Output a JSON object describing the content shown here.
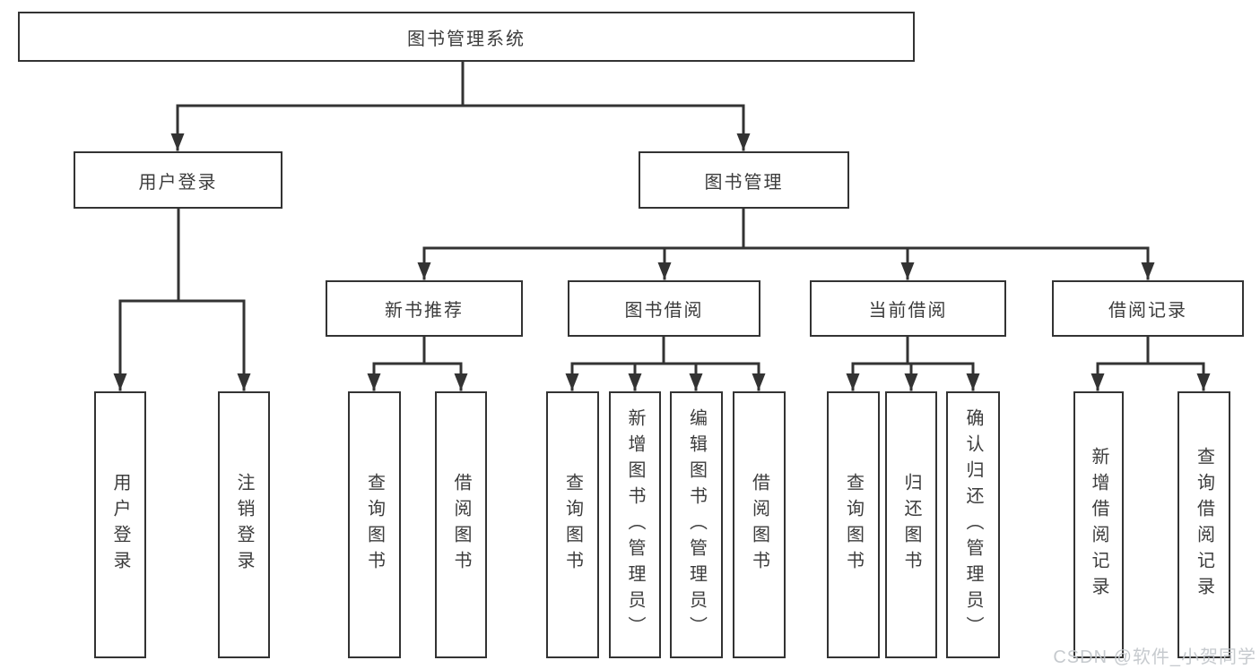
{
  "tree": {
    "label": "图书管理系统",
    "children": [
      {
        "label": "用户登录",
        "children": [
          {
            "label": "用户登录"
          },
          {
            "label": "注销登录"
          }
        ]
      },
      {
        "label": "图书管理",
        "children": [
          {
            "label": "新书推荐",
            "children": [
              {
                "label": "查询图书"
              },
              {
                "label": "借阅图书"
              }
            ]
          },
          {
            "label": "图书借阅",
            "children": [
              {
                "label": "查询图书"
              },
              {
                "label": "新增图书（管理员）"
              },
              {
                "label": "编辑图书（管理员）"
              },
              {
                "label": "借阅图书"
              }
            ]
          },
          {
            "label": "当前借阅",
            "children": [
              {
                "label": "查询图书"
              },
              {
                "label": "归还图书"
              },
              {
                "label": "确认归还（管理员）"
              }
            ]
          },
          {
            "label": "借阅记录",
            "children": [
              {
                "label": "新增借阅记录"
              },
              {
                "label": "查询借阅记录"
              }
            ]
          }
        ]
      }
    ]
  },
  "watermark": {
    "text": "CSDN @软件_小贺同学"
  },
  "colors": {
    "line": "#333333",
    "text": "#3c3c3c",
    "box_background": "#ffffff",
    "watermark": "#c1c5ca"
  }
}
